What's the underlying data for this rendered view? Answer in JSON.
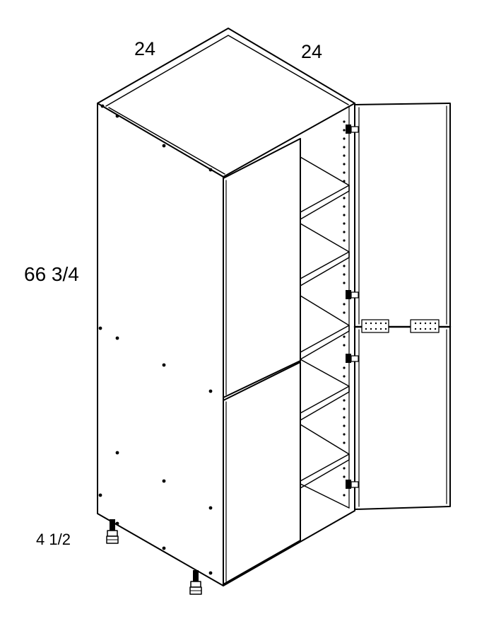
{
  "dimensions": {
    "width": "24",
    "depth": "24",
    "height": "66 3/4",
    "toe_kick": "4 1/2"
  },
  "colors": {
    "line": "#000000",
    "background": "#ffffff"
  }
}
